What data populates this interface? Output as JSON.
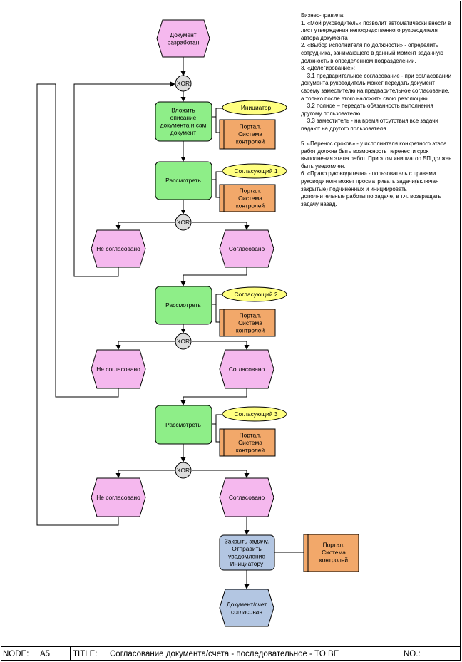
{
  "nodes": {
    "event_start": "Документ\nразработан",
    "xor_1": "XOR",
    "func_attach": "Вложить\nописание\nдокумента и сам\nдокумент",
    "role_initiator": "Инициатор",
    "portal_1": "Портал.\nСистема\nконтролей",
    "func_review_1": "Рассмотреть",
    "role_approver_1": "Согласующий 1",
    "portal_2": "Портал.\nСистема\nконтролей",
    "xor_2": "XOR",
    "event_not_agreed_1": "Не согласовано",
    "event_agreed_1": "Согласовано",
    "func_review_2": "Рассмотреть",
    "role_approver_2": "Согласующий 2",
    "portal_3": "Портал.\nСистема\nконтролей",
    "xor_3": "XOR",
    "event_not_agreed_2": "Не согласовано",
    "event_agreed_2": "Согласовано",
    "func_review_3": "Рассмотреть",
    "role_approver_3": "Согласующий 3",
    "portal_4": "Портал.\nСистема\nконтролей",
    "xor_4": "XOR",
    "event_not_agreed_3": "Не согласовано",
    "event_agreed_3": "Согласовано",
    "func_close": "Закрыть задачу.\nОтправить\nуведомление\nИнициатору",
    "portal_5": "Портал.\nСистема\nконтролей",
    "event_end": "Документ/счет\nсогласован"
  },
  "business_rules": [
    "Бизнес-правила:",
    "1. «Мой руководитель» позволит автоматически внести в лист утверждения непосредственного руководителя автора документа",
    "2. «Выбор исполнителя по должности» - определить сотрудника, занимающего в данный момент заданную должность в определенном подразделении.",
    "3. «Делегирование»:",
    "    3.1 предварительное согласование - при согласовании документа руководитель может передать документ своему заместителю на предварительное согласование, а только после этого наложить свою резолюцию.",
    "    3.2 полное – передать обязанность выполнения другому пользователю",
    "    3.3 заместитель - на время отсутствия все задачи падают на другого пользователя",
    "",
    "5. «Перенос сроков» - у исполнителя конкретного этапа работ должна быть возможность перенести срок выполнения этапа работ. При этом инициатор БП должен быть уведомлен.",
    "6. «Право руководителя» - пользователь с правами руководителя может просматривать задачи(включая закрытые) подчиненных и инициировать дополнительные работы по задаче, в т.ч. возвращать задачу назад."
  ],
  "footer": {
    "node_label": "NODE:",
    "node_value": "A5",
    "title_label": "TITLE:",
    "title_value": "Согласование документа/счета - последовательное - TO BE",
    "no_label": "NO.:",
    "no_value": ""
  },
  "colors": {
    "event": "#f5b8ee",
    "function": "#8eee88",
    "role": "#ffff80",
    "system": "#f2a86a",
    "xor": "#dddddd",
    "final_function": "#b3c6e2",
    "final_event": "#b3c6e2"
  }
}
